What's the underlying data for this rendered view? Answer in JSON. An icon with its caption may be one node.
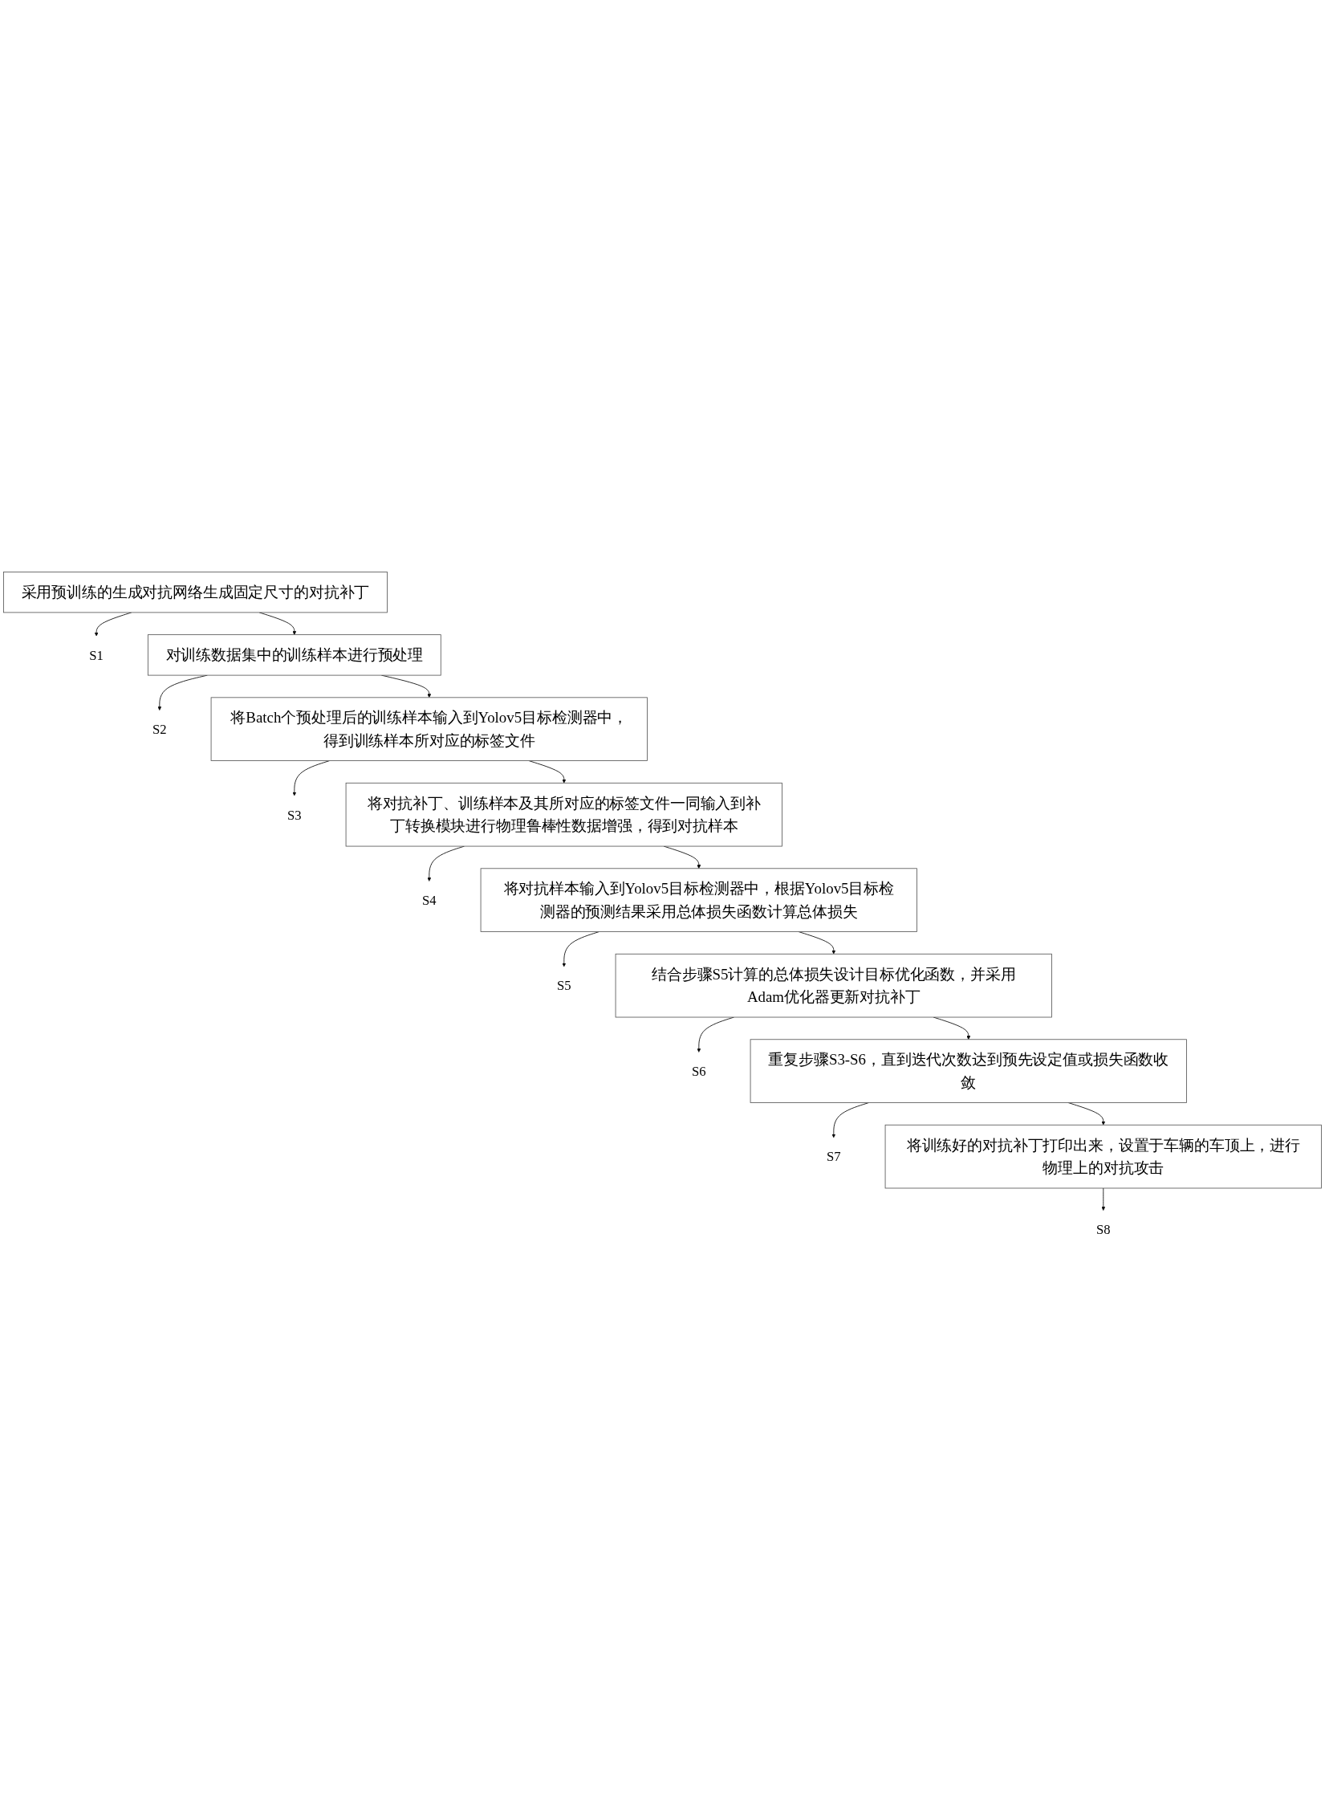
{
  "diagram": {
    "nodes": [
      {
        "text": [
          "采用预训练的生成对抗网络生成固定尺寸的对抗补丁"
        ]
      },
      {
        "text": [
          "S1"
        ]
      },
      {
        "text": [
          "对训练数据集中的训练样本进行预处理"
        ]
      },
      {
        "text": [
          "S2"
        ]
      },
      {
        "text": [
          "将Batch个预处理后的训练样本输入到Yolov5目标检测器中，得到训练样本所对应的标签文件"
        ]
      },
      {
        "text": [
          "S3"
        ]
      },
      {
        "text": [
          "将对抗补丁、训练样本及其所对应的标签文件一同输入到补丁转换模块进行物理鲁棒性数据增强，得到对抗样本"
        ]
      },
      {
        "text": [
          "S4"
        ]
      },
      {
        "text": [
          "将对抗样本输入到Yolov5目标检测器中，根据Yolov5目标检测器的预测结果采用总体损失函数计算总体损失"
        ]
      },
      {
        "text": [
          "S5"
        ]
      },
      {
        "text": [
          "结合步骤S5计算的总体损失设计目标优化函数，并采用Adam优化器更新对抗补丁"
        ]
      },
      {
        "text": [
          "S6"
        ]
      },
      {
        "text": [
          "重复步骤S3-S6，直到迭代次数达到预先设定值或损失函数收敛"
        ]
      },
      {
        "text": [
          "S7"
        ]
      },
      {
        "text": [
          "将训练好的对抗补丁打印出来，设置于车辆的车顶上，进行物理上的对抗攻击"
        ]
      },
      {
        "text": [
          "S8"
        ]
      }
    ],
    "edges": [
      {
        "from": 0,
        "to": 2,
        "arrow": "to"
      },
      {
        "from": 2,
        "to": 4,
        "arrow": "to"
      },
      {
        "from": 4,
        "to": 6,
        "arrow": "to"
      },
      {
        "from": 6,
        "to": 8,
        "arrow": "to"
      },
      {
        "from": 8,
        "to": 10,
        "arrow": "to"
      },
      {
        "from": 10,
        "to": 12,
        "arrow": "to"
      },
      {
        "from": 12,
        "to": 14,
        "arrow": "to"
      },
      {
        "from": 0,
        "to": 1,
        "arrow": "to"
      },
      {
        "from": 2,
        "to": 3,
        "arrow": "to"
      },
      {
        "from": 4,
        "to": 5,
        "arrow": "to"
      },
      {
        "from": 6,
        "to": 7,
        "arrow": "to"
      },
      {
        "from": 8,
        "to": 9,
        "arrow": "to"
      },
      {
        "from": 10,
        "to": 11,
        "arrow": "to"
      },
      {
        "from": 12,
        "to": 13,
        "arrow": "to"
      },
      {
        "from": 14,
        "to": 15,
        "arrow": "to"
      }
    ]
  }
}
